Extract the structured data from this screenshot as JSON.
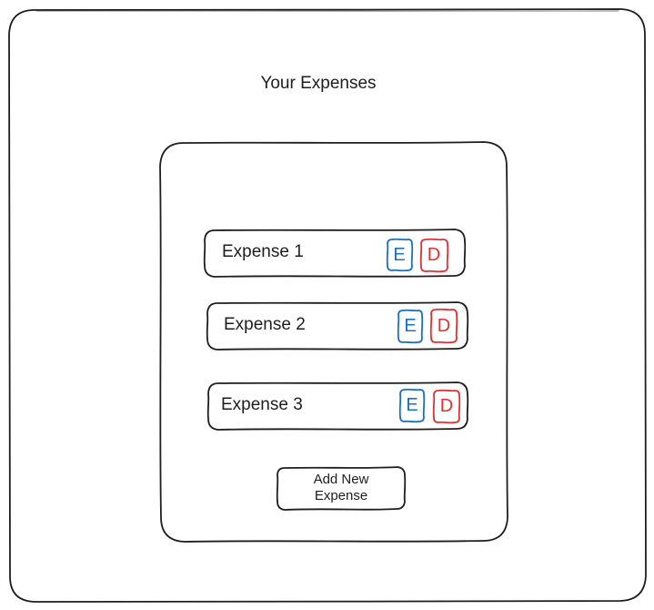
{
  "page": {
    "title": "Your Expenses"
  },
  "expenses": [
    {
      "label": "Expense 1",
      "edit_label": "E",
      "delete_label": "D"
    },
    {
      "label": "Expense 2",
      "edit_label": "E",
      "delete_label": "D"
    },
    {
      "label": "Expense 3",
      "edit_label": "E",
      "delete_label": "D"
    }
  ],
  "actions": {
    "add_label": "Add New Expense"
  },
  "colors": {
    "stroke": "#1e1e1e",
    "edit": "#1971c2",
    "delete": "#e03131"
  }
}
